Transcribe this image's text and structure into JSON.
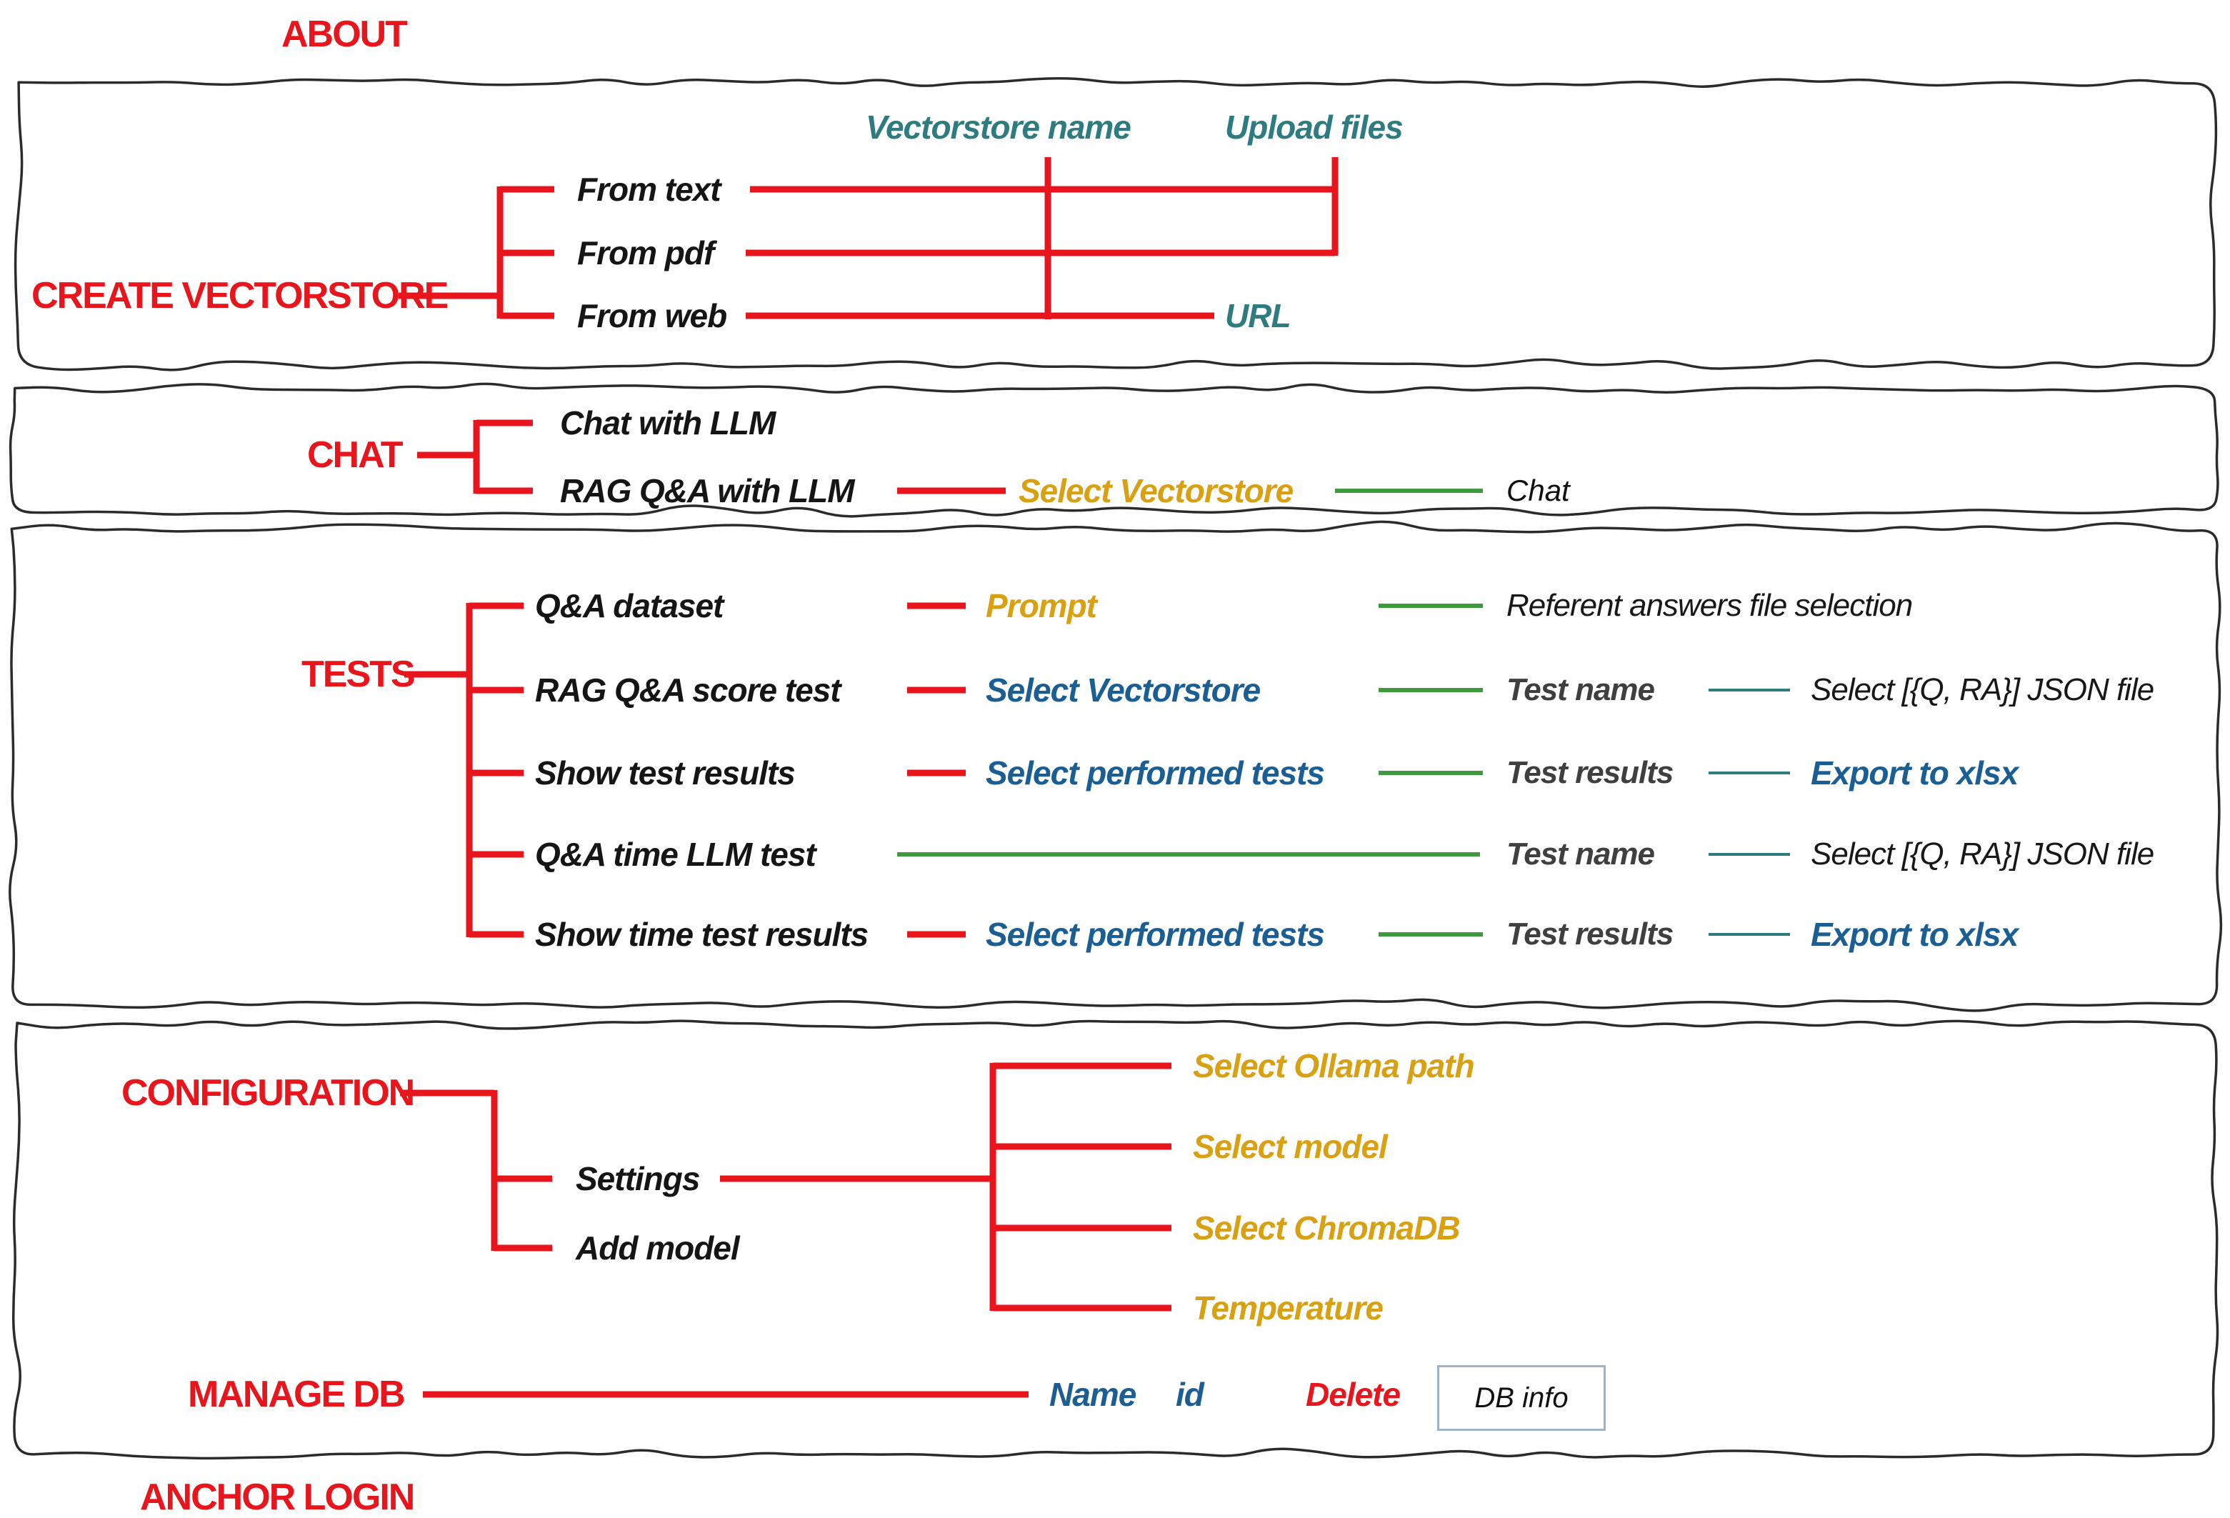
{
  "about_label": "ABOUT",
  "anchor_login_label": "ANCHOR LOGIN",
  "colors": {
    "red": "#E8151C",
    "teal": "#2E7C80",
    "gold": "#D9A012",
    "blue": "#1A5E94",
    "green": "#3F9A3F",
    "gray": "#3F3F3F",
    "border": "#2B2B2B",
    "dbinfo": "#9FB4C8"
  },
  "create_vectorstore": {
    "label": "CREATE VECTORSTORE",
    "items": [
      "From text",
      "From pdf",
      "From web"
    ],
    "headers": [
      "Vectorstore name",
      "Upload files"
    ],
    "url_label": "URL"
  },
  "chat": {
    "label": "CHAT",
    "items": [
      "Chat with LLM",
      "RAG Q&A with LLM"
    ],
    "select_vectorstore": "Select Vectorstore",
    "chat_action": "Chat"
  },
  "tests": {
    "label": "TESTS",
    "rows": [
      {
        "item": "Q&A dataset",
        "mid": "Prompt",
        "right": "Referent answers file selection",
        "far": ""
      },
      {
        "item": "RAG Q&A score test",
        "mid": "Select Vectorstore",
        "right": "Test name",
        "far": "Select [{Q, RA}] JSON file"
      },
      {
        "item": "Show test results",
        "mid": "Select performed tests",
        "right": "Test results",
        "far": "Export to xlsx"
      },
      {
        "item": "Q&A time LLM test",
        "mid": "",
        "right": "Test name",
        "far": "Select [{Q, RA}] JSON file"
      },
      {
        "item": "Show time test results",
        "mid": "Select performed tests",
        "right": "Test results",
        "far": "Export to xlsx"
      }
    ]
  },
  "configuration": {
    "label": "CONFIGURATION",
    "items": [
      "Settings",
      "Add model"
    ],
    "settings_children": [
      "Select Ollama path",
      "Select model",
      "Select ChromaDB",
      "Temperature"
    ]
  },
  "manage_db": {
    "label": "MANAGE DB",
    "columns": [
      "Name",
      "id",
      "Delete"
    ],
    "db_info": "DB info"
  }
}
